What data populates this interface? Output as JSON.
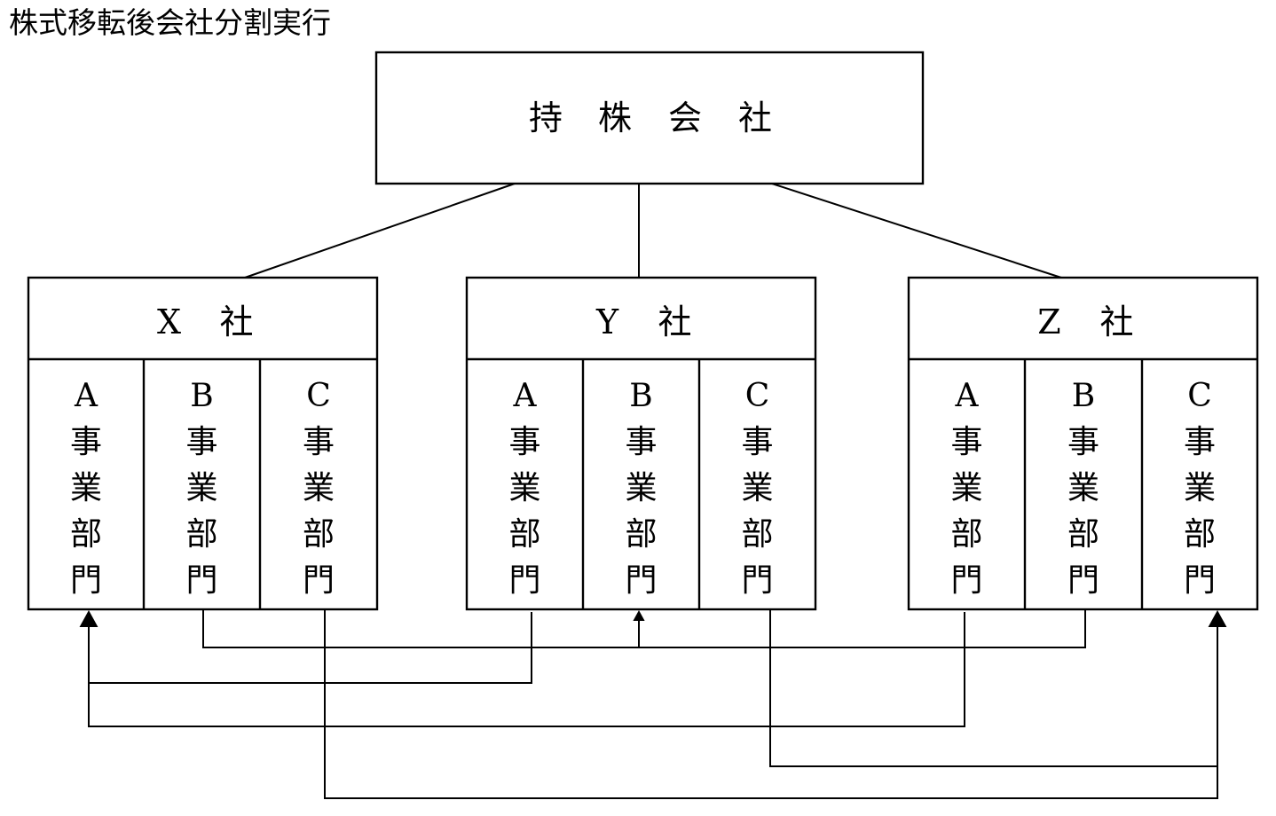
{
  "title": "株式移転後会社分割実行",
  "holding_company": {
    "label": "持 株 会 社",
    "chars": [
      "持",
      "株",
      "会",
      "社"
    ]
  },
  "subsidiaries": [
    {
      "id": "X",
      "label": "X 社",
      "letter": "X",
      "suffix": "社",
      "divisions": [
        {
          "letter": "A",
          "label": "A事業部門"
        },
        {
          "letter": "B",
          "label": "B事業部門"
        },
        {
          "letter": "C",
          "label": "C事業部門"
        }
      ]
    },
    {
      "id": "Y",
      "label": "Y 社",
      "letter": "Y",
      "suffix": "社",
      "divisions": [
        {
          "letter": "A",
          "label": "A事業部門"
        },
        {
          "letter": "B",
          "label": "B事業部門"
        },
        {
          "letter": "C",
          "label": "C事業部門"
        }
      ]
    },
    {
      "id": "Z",
      "label": "Z 社",
      "letter": "Z",
      "suffix": "社",
      "divisions": [
        {
          "letter": "A",
          "label": "A事業部門"
        },
        {
          "letter": "B",
          "label": "B事業部門"
        },
        {
          "letter": "C",
          "label": "C事業部門"
        }
      ]
    }
  ],
  "division_suffix_chars": [
    "事",
    "業",
    "部",
    "門"
  ],
  "transfers": [
    {
      "from": "X-B",
      "to": "Y-B"
    },
    {
      "from": "Z-B",
      "to": "Y-B"
    },
    {
      "from": "Y-A",
      "to": "X-A"
    },
    {
      "from": "Z-A",
      "to": "X-A"
    },
    {
      "from": "Y-C",
      "to": "Z-C"
    },
    {
      "from": "X-C",
      "to": "Z-C"
    }
  ]
}
